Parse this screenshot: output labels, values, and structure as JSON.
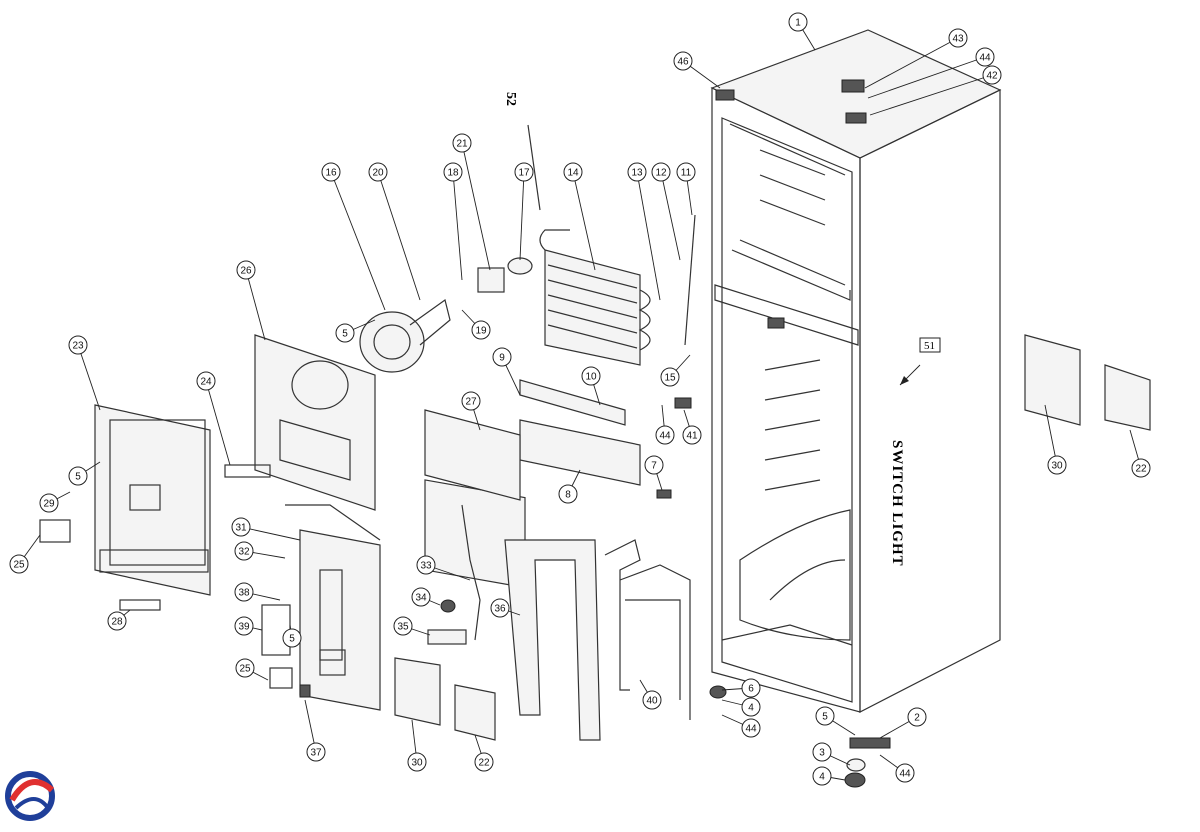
{
  "diagram": {
    "switch_light_label": "SWITCH LIGHT",
    "label_52": "52",
    "label_51": "51",
    "callouts": [
      {
        "id": "c1",
        "num": "1"
      },
      {
        "id": "c2",
        "num": "2"
      },
      {
        "id": "c3",
        "num": "3"
      },
      {
        "id": "c4a",
        "num": "4"
      },
      {
        "id": "c4b",
        "num": "4"
      },
      {
        "id": "c5a",
        "num": "5"
      },
      {
        "id": "c5b",
        "num": "5"
      },
      {
        "id": "c5c",
        "num": "5"
      },
      {
        "id": "c5d",
        "num": "5"
      },
      {
        "id": "c6",
        "num": "6"
      },
      {
        "id": "c7",
        "num": "7"
      },
      {
        "id": "c8",
        "num": "8"
      },
      {
        "id": "c9",
        "num": "9"
      },
      {
        "id": "c10",
        "num": "10"
      },
      {
        "id": "c11",
        "num": "11"
      },
      {
        "id": "c12",
        "num": "12"
      },
      {
        "id": "c13",
        "num": "13"
      },
      {
        "id": "c14",
        "num": "14"
      },
      {
        "id": "c15",
        "num": "15"
      },
      {
        "id": "c16",
        "num": "16"
      },
      {
        "id": "c17",
        "num": "17"
      },
      {
        "id": "c18",
        "num": "18"
      },
      {
        "id": "c19",
        "num": "19"
      },
      {
        "id": "c20",
        "num": "20"
      },
      {
        "id": "c21",
        "num": "21"
      },
      {
        "id": "c22a",
        "num": "22"
      },
      {
        "id": "c22b",
        "num": "22"
      },
      {
        "id": "c23",
        "num": "23"
      },
      {
        "id": "c24",
        "num": "24"
      },
      {
        "id": "c25a",
        "num": "25"
      },
      {
        "id": "c25b",
        "num": "25"
      },
      {
        "id": "c26",
        "num": "26"
      },
      {
        "id": "c27",
        "num": "27"
      },
      {
        "id": "c28",
        "num": "28"
      },
      {
        "id": "c29",
        "num": "29"
      },
      {
        "id": "c30a",
        "num": "30"
      },
      {
        "id": "c30b",
        "num": "30"
      },
      {
        "id": "c31",
        "num": "31"
      },
      {
        "id": "c32",
        "num": "32"
      },
      {
        "id": "c33",
        "num": "33"
      },
      {
        "id": "c34",
        "num": "34"
      },
      {
        "id": "c35",
        "num": "35"
      },
      {
        "id": "c36",
        "num": "36"
      },
      {
        "id": "c37",
        "num": "37"
      },
      {
        "id": "c38",
        "num": "38"
      },
      {
        "id": "c39",
        "num": "39"
      },
      {
        "id": "c40",
        "num": "40"
      },
      {
        "id": "c41",
        "num": "41"
      },
      {
        "id": "c42",
        "num": "42"
      },
      {
        "id": "c43",
        "num": "43"
      },
      {
        "id": "c44a",
        "num": "44"
      },
      {
        "id": "c44b",
        "num": "44"
      },
      {
        "id": "c44c",
        "num": "44"
      },
      {
        "id": "c44d",
        "num": "44"
      },
      {
        "id": "c46",
        "num": "46"
      }
    ]
  },
  "logo": {
    "icon": "brand-logo-icon",
    "colors": {
      "blue": "#1f3f9a",
      "red": "#e03030"
    }
  }
}
